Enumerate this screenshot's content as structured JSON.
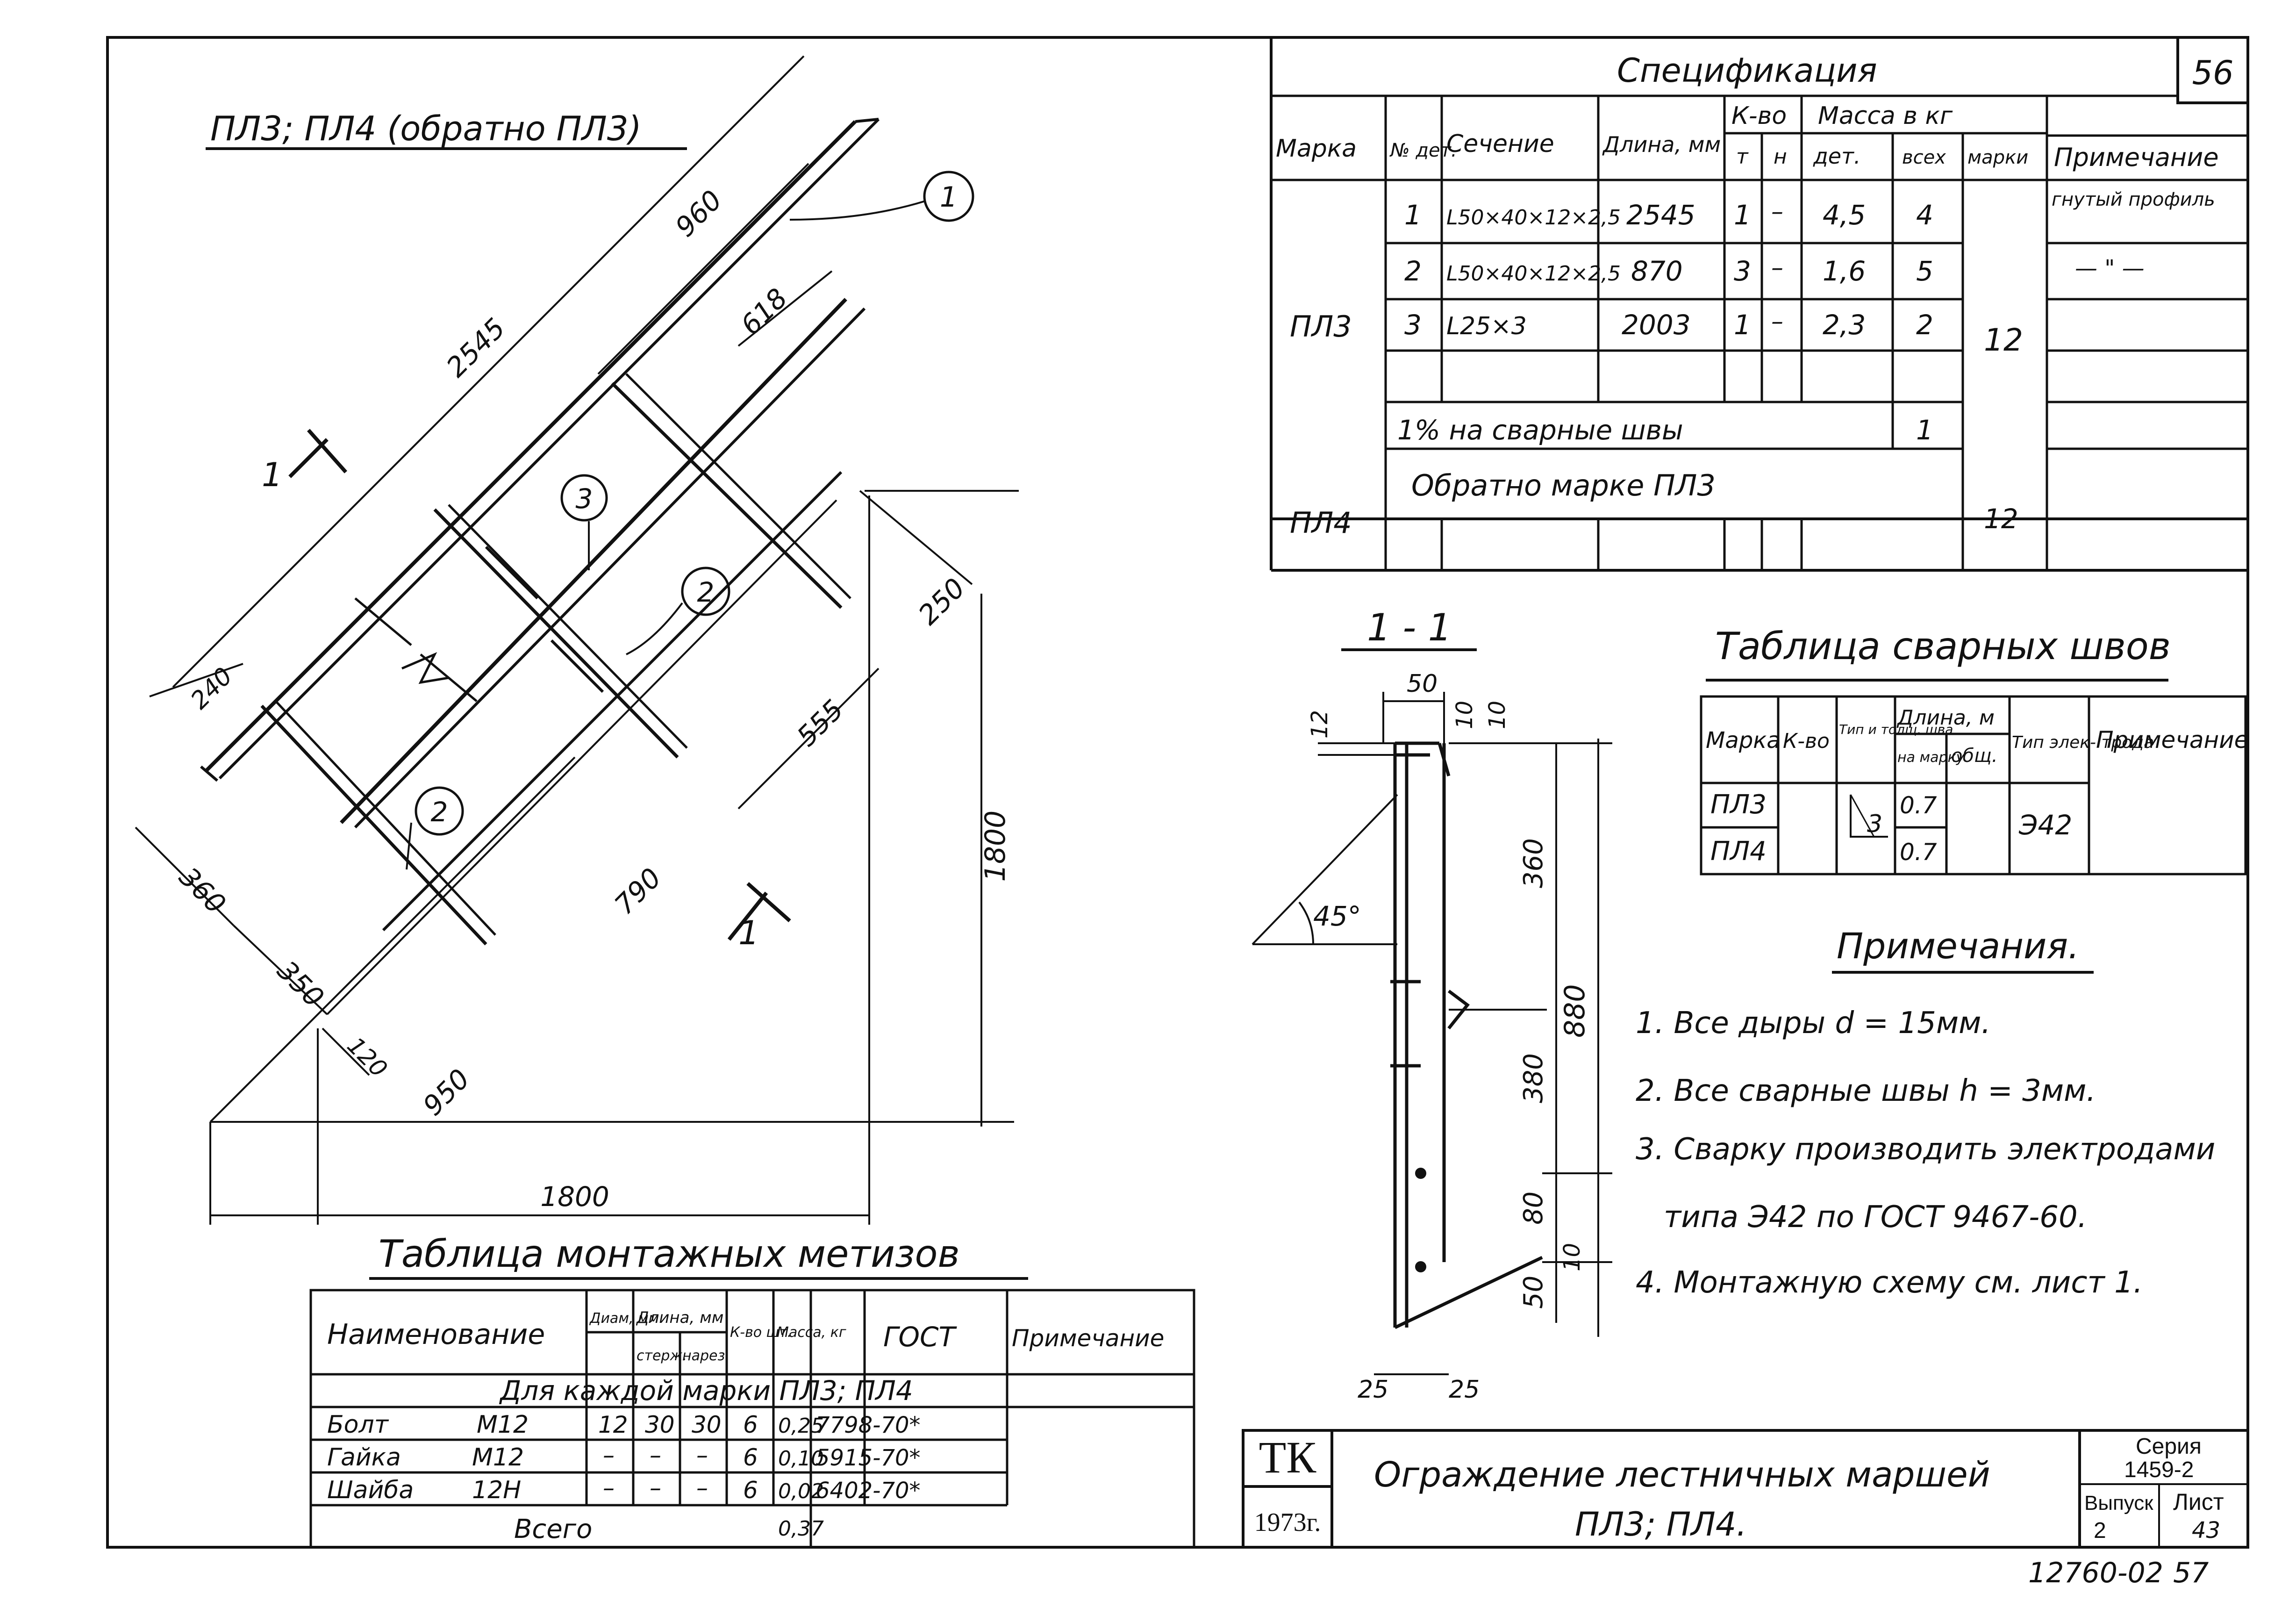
{
  "sheet": {
    "page_number": "56",
    "bottom_code": "12760-02",
    "bottom_page": "57"
  },
  "main_view": {
    "title": "ПЛ3; ПЛ4 (обратно ПЛ3)",
    "section_marker": "1",
    "dims": {
      "d2545": "2545",
      "d960": "960",
      "d618": "618",
      "d240": "240",
      "d250": "250",
      "d555": "555",
      "d1800v": "1800",
      "d360": "360",
      "d350": "350",
      "d790": "790",
      "d120": "120",
      "d950": "950",
      "d1800h": "1800"
    },
    "callouts": [
      "1",
      "3",
      "2",
      "2"
    ]
  },
  "spec": {
    "title": "Спецификация",
    "headers": {
      "mark": "Марка",
      "det_no": "№ дет.",
      "section": "Сечение",
      "length": "Длина, мм",
      "qty": "К-во",
      "qty_t": "т",
      "qty_n": "н",
      "mass": "Масса в кг",
      "mass_det": "дет.",
      "mass_all": "всех",
      "mass_mark": "марки",
      "note": "Примечание"
    },
    "group_pl3": "ПЛ3",
    "rows": [
      {
        "no": "1",
        "section": "L50×40×12×2,5",
        "length": "2545",
        "t": "1",
        "n": "–",
        "det": "4,5",
        "all": "4",
        "note": "гнутый профиль"
      },
      {
        "no": "2",
        "section": "L50×40×12×2,5",
        "length": "870",
        "t": "3",
        "n": "–",
        "det": "1,6",
        "all": "5",
        "note": "— \" —"
      },
      {
        "no": "3",
        "section": "L25×3",
        "length": "2003",
        "t": "1",
        "n": "–",
        "det": "2,3",
        "all": "2",
        "note": ""
      }
    ],
    "welds_label": "1% на сварные швы",
    "welds_value": "1",
    "mass_pl3": "12",
    "group_pl4": "ПЛ4",
    "pl4_text": "Обратно марке ПЛ3",
    "mass_pl4": "12"
  },
  "section_view": {
    "title": "1 - 1",
    "dims": {
      "d50top": "50",
      "d10a": "10",
      "d10b": "10",
      "d12": "12",
      "d360": "360",
      "d880": "880",
      "d380": "380",
      "d80": "80",
      "d10c": "10",
      "d50b": "50",
      "d25a": "25",
      "d25b": "25"
    },
    "angle": "45°"
  },
  "weld_table": {
    "title": "Таблица сварных швов",
    "headers": {
      "mark": "Марка",
      "qty": "К-во",
      "type": "Тип и толщ. шва",
      "length": "Длина, м",
      "on_mark": "на марку",
      "total": "общ.",
      "electrode": "Тип элек- трода",
      "note": "Примечание"
    },
    "rows": [
      {
        "mark": "ПЛ3",
        "length": "0.7"
      },
      {
        "mark": "ПЛ4",
        "length": "0.7"
      }
    ],
    "type_value": "3",
    "electrode": "Э42"
  },
  "notes": {
    "title": "Примечания.",
    "items": [
      "1. Все дыры d = 15мм.",
      "2. Все сварные швы h = 3мм.",
      "3. Сварку производить электродами",
      "типа Э42 по ГОСТ 9467-60.",
      "4. Монтажную схему см. лист 1."
    ]
  },
  "hardware": {
    "title": "Таблица монтажных метизов",
    "headers": {
      "name": "Наименование",
      "diam": "Диам, мм",
      "length": "Длина, мм",
      "rod": "стерж.",
      "thread": "нарез.",
      "qty": "К-во шт.",
      "mass": "Масса, кг",
      "gost": "ГОСТ",
      "note": "Примечание"
    },
    "subheader": "Для каждой марки ПЛ3; ПЛ4",
    "rows": [
      {
        "name": "Болт",
        "size": "М12",
        "diam": "12",
        "rod": "30",
        "thread": "30",
        "qty": "6",
        "mass": "0,25",
        "gost": "7798-70*"
      },
      {
        "name": "Гайка",
        "size": "М12",
        "diam": "–",
        "rod": "–",
        "thread": "–",
        "qty": "6",
        "mass": "0,10",
        "gost": "5915-70*"
      },
      {
        "name": "Шайба",
        "size": "12Н",
        "diam": "–",
        "rod": "–",
        "thread": "–",
        "qty": "6",
        "mass": "0,02",
        "gost": "6402-70*"
      }
    ],
    "total_label": "Всего",
    "total_mass": "0,37"
  },
  "title_block": {
    "org": "ТК",
    "year": "1973г.",
    "title_line1": "Ограждение лестничных маршей",
    "title_line2": "ПЛ3; ПЛ4.",
    "series_label": "Серия",
    "series_value": "1459-2",
    "issue_label": "Выпуск",
    "issue_value": "2",
    "sheet_label": "Лист",
    "sheet_value": "43"
  }
}
